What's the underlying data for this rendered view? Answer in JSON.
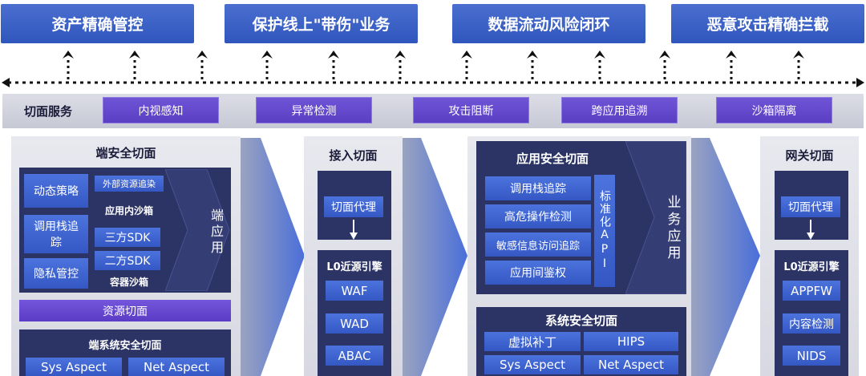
{
  "goals": [
    "资产精确管控",
    "保护线上\"带伤\"业务",
    "数据流动风险闭环",
    "恶意攻击精确拦截"
  ],
  "service_band": {
    "label": "切面服务",
    "items": [
      "内视感知",
      "异常检测",
      "攻击阻断",
      "跨应用追溯",
      "沙箱隔离"
    ]
  },
  "endpoint": {
    "title": "端安全切面",
    "left_items": [
      "动态策略",
      "调用栈追踪",
      "隐私管控"
    ],
    "external": "外部资源追染",
    "sandbox_label": "应用内沙箱",
    "sdk_items": [
      "三方SDK",
      "二方SDK"
    ],
    "container_label": "容器沙箱",
    "app_label": "端应用",
    "resource": "资源切面",
    "system_title": "端系统安全切面",
    "system_items": [
      "Sys Aspect",
      "Net Aspect"
    ]
  },
  "access": {
    "title": "接入切面",
    "proxy": "切面代理",
    "engine": "L0近源引擎",
    "items": [
      "WAF",
      "WAD",
      "ABAC"
    ]
  },
  "app_security": {
    "title": "应用安全切面",
    "items": [
      "调用栈追踪",
      "高危操作检测",
      "敏感信息访问追踪",
      "应用间鉴权"
    ],
    "api_label": "标准化API",
    "business": "业务应用",
    "system_title": "系统安全切面",
    "system_items": [
      "虚拟补丁",
      "HIPS",
      "Sys Aspect",
      "Net Aspect"
    ]
  },
  "gateway": {
    "title": "网关切面",
    "proxy": "切面代理",
    "engine": "L0近源引擎",
    "items": [
      "APPFW",
      "内容检测",
      "NIDS"
    ]
  }
}
